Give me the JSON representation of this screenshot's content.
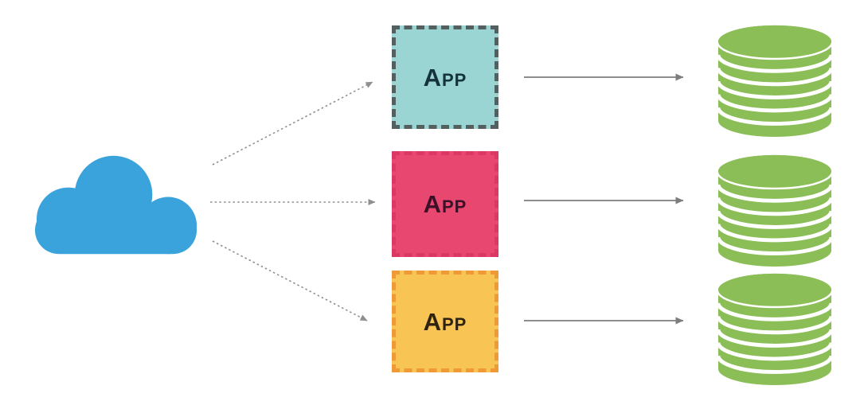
{
  "diagram": {
    "cloud": {
      "color": "#3aa3db"
    },
    "apps": [
      {
        "label": "App",
        "fill": "#9ad5d3",
        "border_color": "#53605f",
        "text_color": "#15333a"
      },
      {
        "label": "App",
        "fill": "#e8476f",
        "border_color": "#dc3765",
        "text_color": "#3a1127"
      },
      {
        "label": "App",
        "fill": "#f8c453",
        "border_color": "#ee9a38",
        "text_color": "#2e2312"
      }
    ],
    "databases": [
      {
        "color": "#8cbe58"
      },
      {
        "color": "#8cbe58"
      },
      {
        "color": "#8cbe58"
      }
    ],
    "arrows": {
      "dotted_color": "#8f8f8f",
      "solid_color": "#7d7d7d"
    }
  }
}
